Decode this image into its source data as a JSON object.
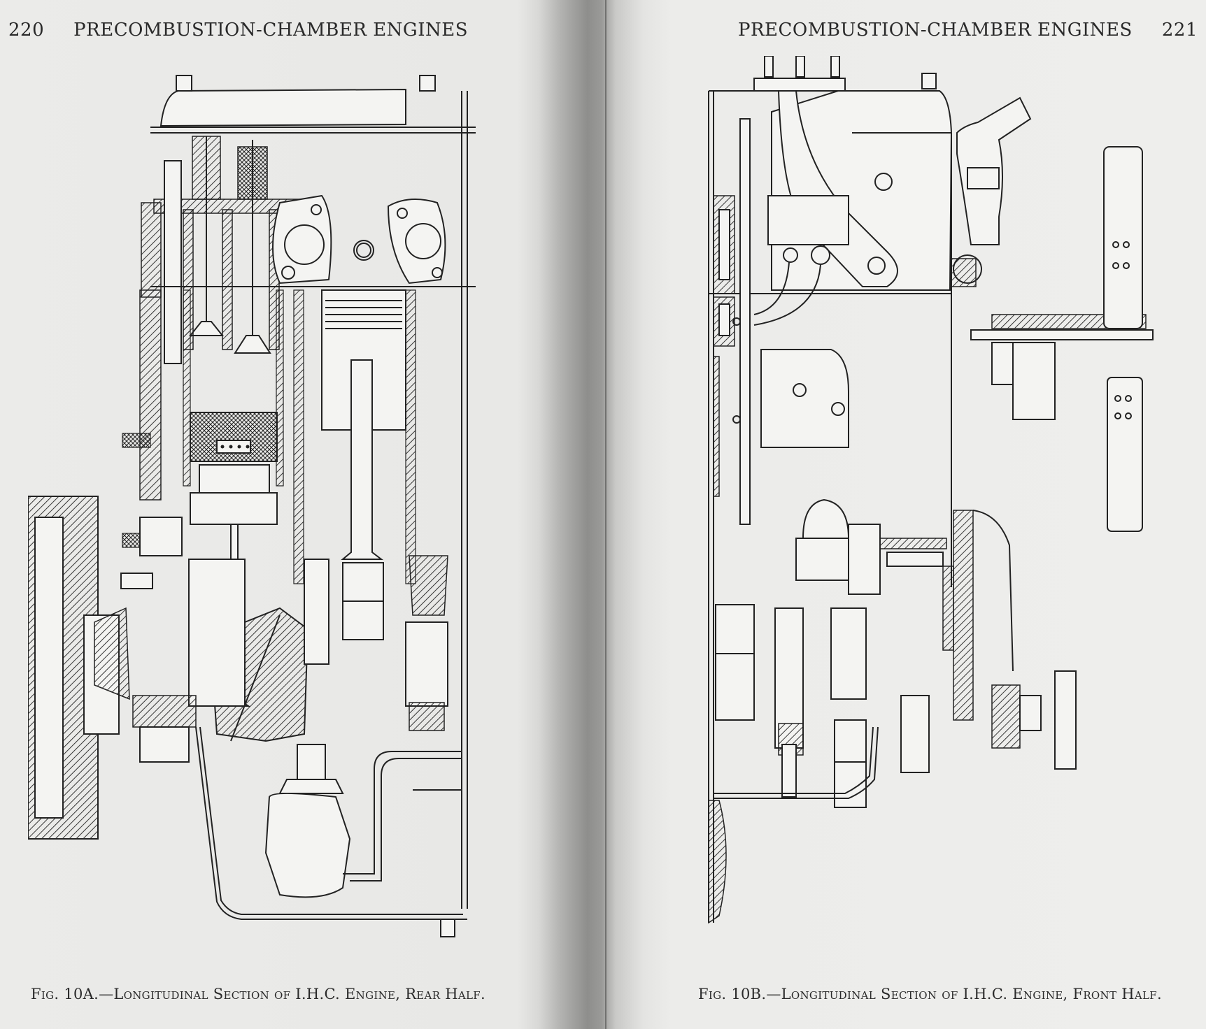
{
  "book": {
    "left_page": {
      "page_number": "220",
      "running_head": "PRECOMBUSTION-CHAMBER ENGINES",
      "figure": {
        "label": "Fig. 10A.",
        "caption": "Fig. 10A.—Longitudinal Section of I.H.C. Engine, Rear Half."
      }
    },
    "right_page": {
      "page_number": "221",
      "running_head": "PRECOMBUSTION-CHAMBER ENGINES",
      "figure": {
        "label": "Fig. 10B.",
        "caption": "Fig. 10B.—Longitudinal Section of I.H.C. Engine, Front Half."
      }
    }
  },
  "colors": {
    "paper": "#ebebe9",
    "ink": "#222222",
    "gutter_shadow": "#8e8e8c"
  }
}
